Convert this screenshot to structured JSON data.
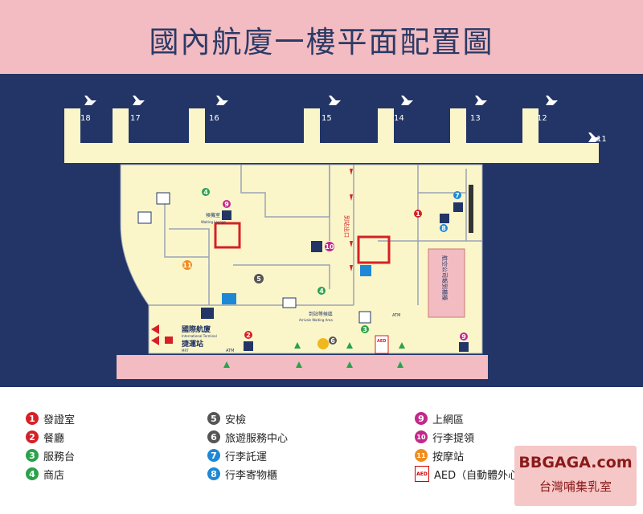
{
  "title": "國內航廈一樓平面配置圖",
  "gates": [
    "18",
    "17",
    "16",
    "15",
    "14",
    "13",
    "12",
    "11"
  ],
  "map_labels": {
    "waiting_lounge": "候機室",
    "waiting_lounge_en": "Waiting Lounge",
    "arrival_exit": "到站出口",
    "arrivals_waiting": "到站等候區",
    "arrivals_waiting_en": "Arrivals Waiting Area",
    "airline_counter": "航空公司報到櫃檯",
    "intl_terminal": "國際航廈",
    "intl_terminal_en": "International Terminal",
    "mrt": "捷運站",
    "mrt_en": "MRT",
    "atm": "ATM",
    "aed": "AED"
  },
  "legend": [
    {
      "num": "1",
      "label": "發證室",
      "color": "#d62027"
    },
    {
      "num": "2",
      "label": "餐廳",
      "color": "#d62027"
    },
    {
      "num": "3",
      "label": "服務台",
      "color": "#2aa24b"
    },
    {
      "num": "4",
      "label": "商店",
      "color": "#2aa24b"
    },
    {
      "num": "5",
      "label": "安檢",
      "color": "#555555"
    },
    {
      "num": "6",
      "label": "旅遊服務中心",
      "color": "#555555"
    },
    {
      "num": "7",
      "label": "行李託運",
      "color": "#1e88d6"
    },
    {
      "num": "8",
      "label": "行李寄物櫃",
      "color": "#1e88d6"
    },
    {
      "num": "9",
      "label": "上網區",
      "color": "#c2288a"
    },
    {
      "num": "10",
      "label": "行李提領",
      "color": "#c2288a"
    },
    {
      "num": "11",
      "label": "按摩站",
      "color": "#f08c1e"
    },
    {
      "num": "AED",
      "label": "AED（自動體外心",
      "color": "#cc0000"
    }
  ],
  "promo": {
    "brand": "BBGAGA.com",
    "subtitle": "台灣哺集乳室"
  },
  "colors": {
    "navy": "#223566",
    "floor": "#fbf6c9",
    "pink": "#f2bcc2",
    "wall": "#9aa4b8"
  }
}
